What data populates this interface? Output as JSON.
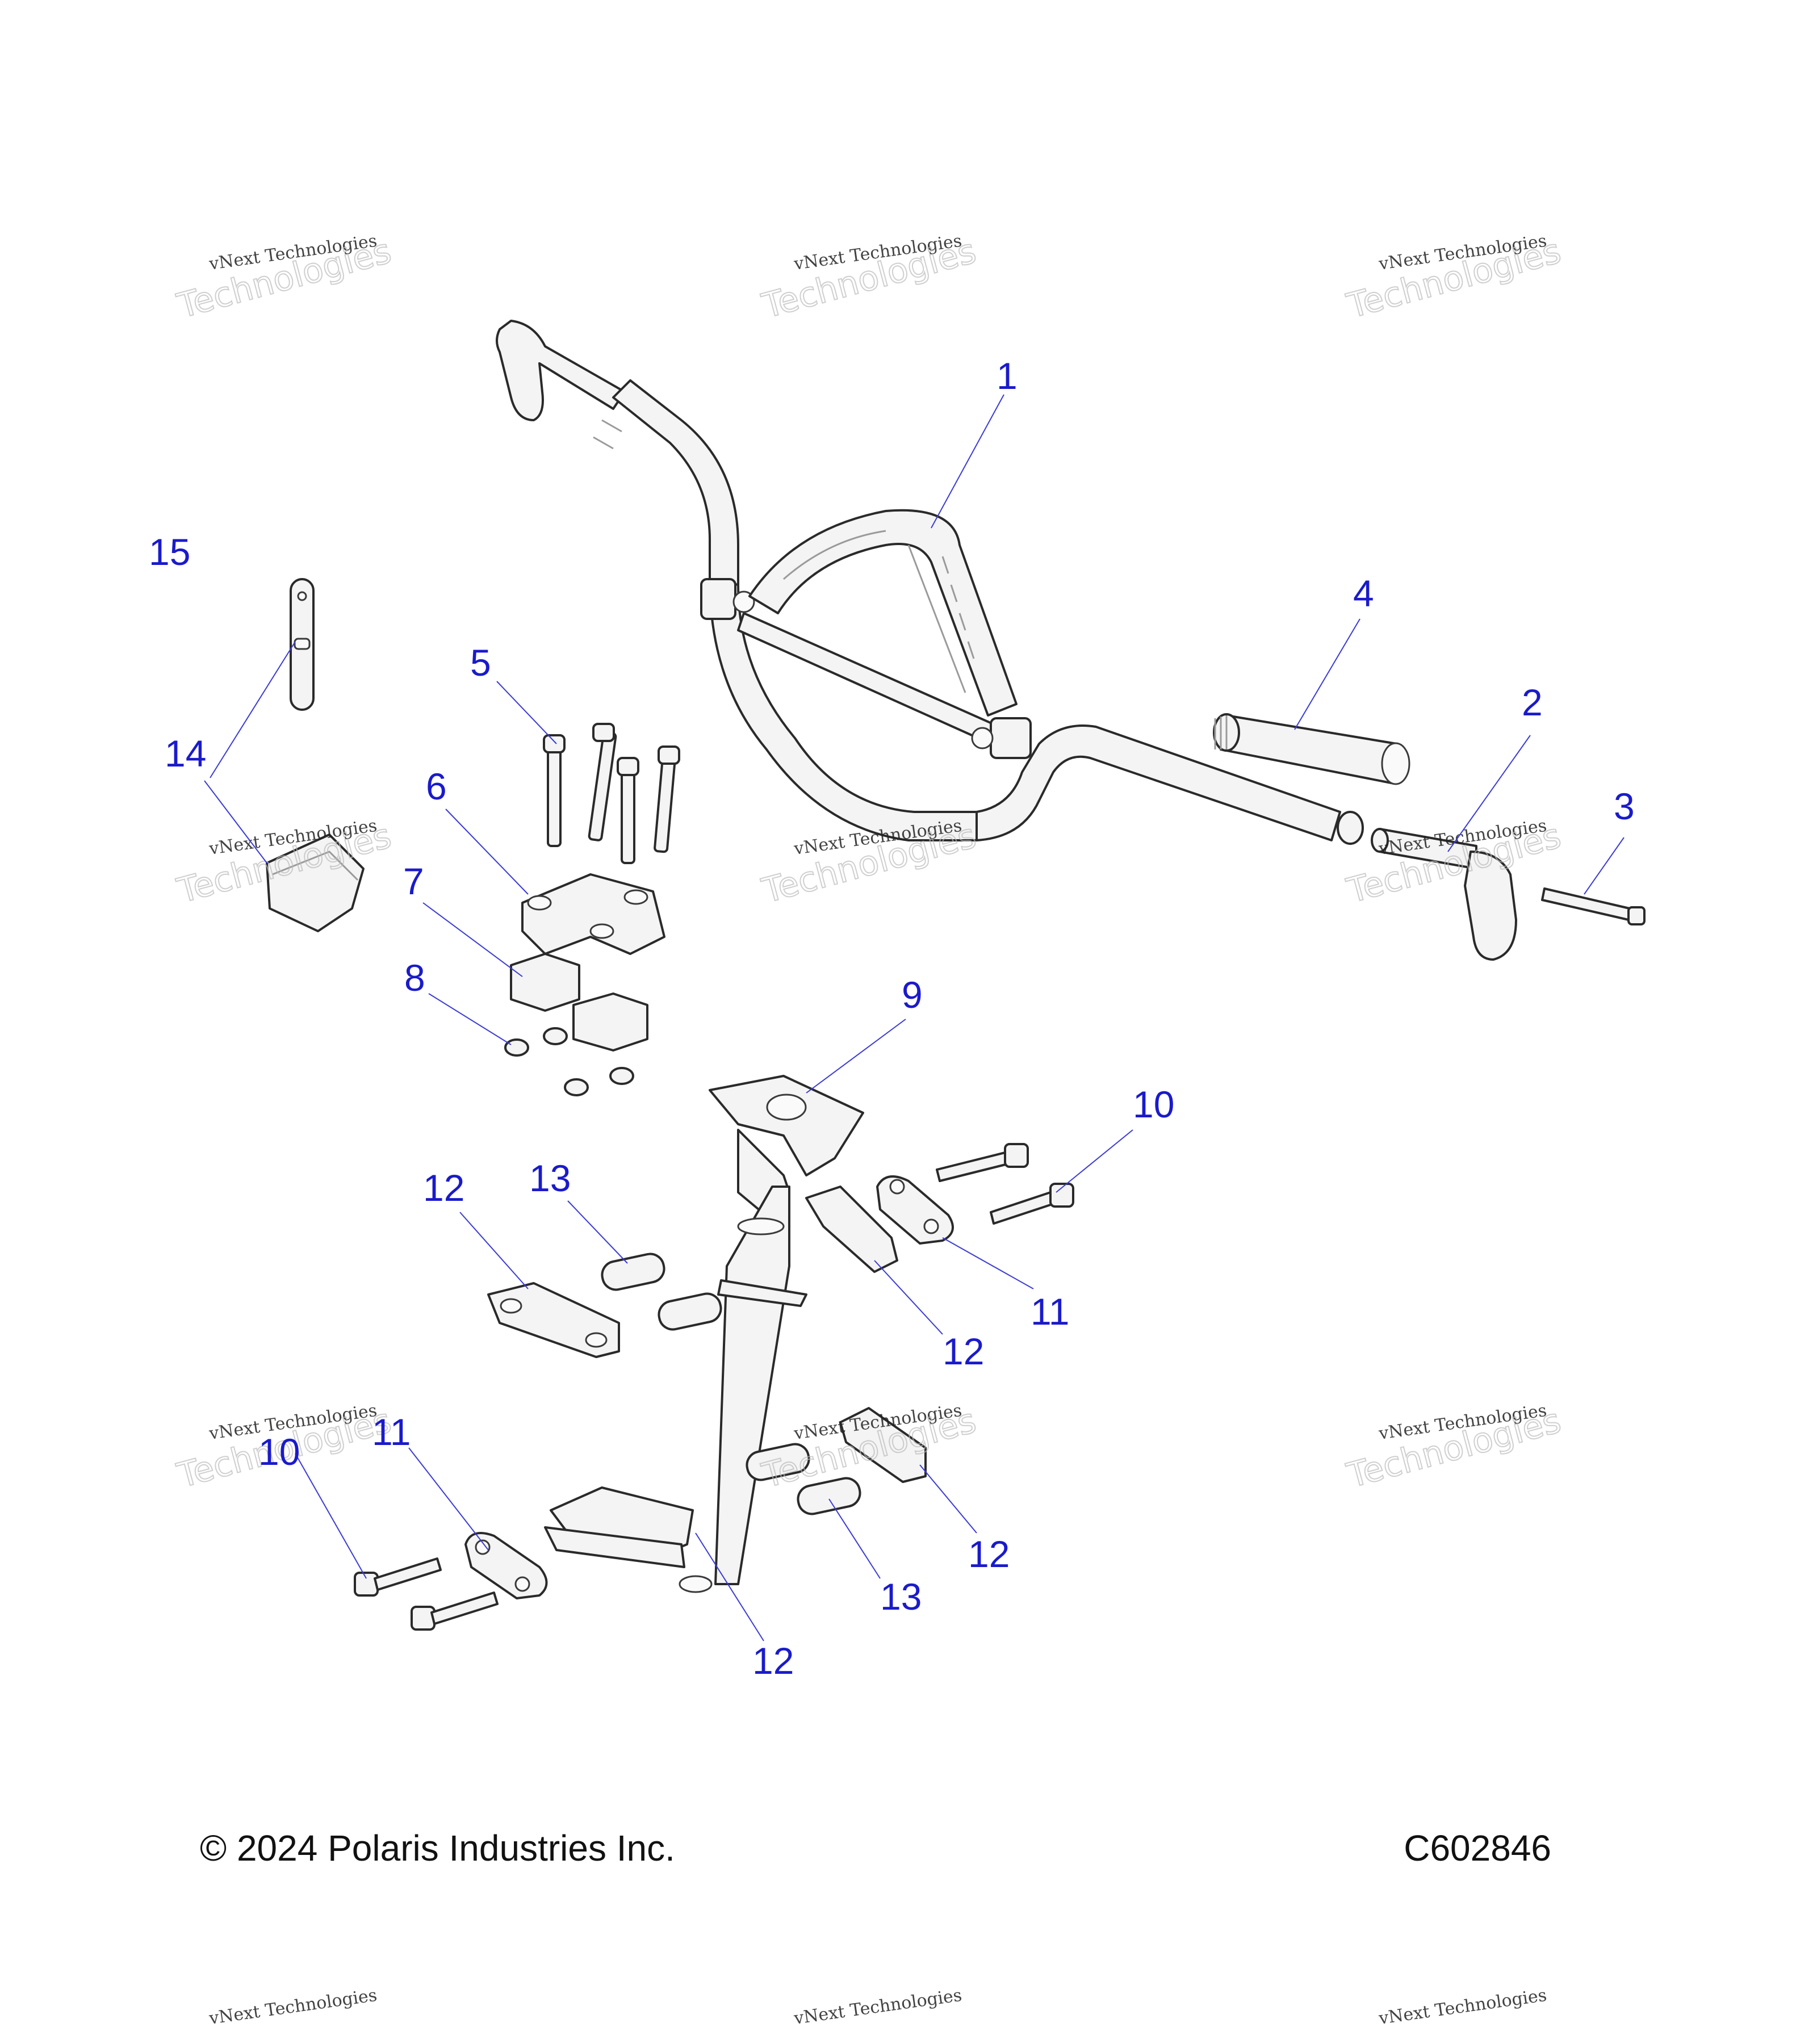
{
  "footer": {
    "copyright": "© 2024 Polaris Industries Inc.",
    "figure_id": "C602846"
  },
  "watermark": {
    "line1": "vNext Technologies",
    "line2": "vNext",
    "line3": "Technologies"
  },
  "callouts": {
    "c1": "1",
    "c2": "2",
    "c3": "3",
    "c4": "4",
    "c5": "5",
    "c6": "6",
    "c7": "7",
    "c8": "8",
    "c9": "9",
    "c10a": "10",
    "c10b": "10",
    "c11a": "11",
    "c11b": "11",
    "c12a": "12",
    "c12b": "12",
    "c12c": "12",
    "c12d": "12",
    "c13a": "13",
    "c13b": "13",
    "c14": "14",
    "c15": "15"
  },
  "colors": {
    "callout": "#1a1acc",
    "leader": "#3b3bd6",
    "linework": "#2a2a2a"
  }
}
